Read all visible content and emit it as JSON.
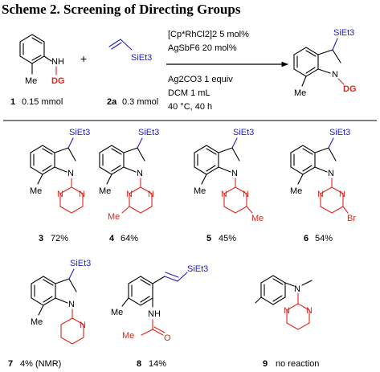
{
  "scheme_title": "Scheme 2. Screening of Directing Groups",
  "reaction": {
    "sm1_label": "1",
    "sm1_amount": "0.15 mmol",
    "sm2_label": "2a",
    "sm2_amount": "0.3 mmol",
    "plus": "+",
    "conditions": [
      "[Cp*RhCl2]2  5 mol%",
      "AgSbF6   20 mol%",
      "Ag2CO3 1 equiv",
      "DCM 1 mL",
      "40 °C, 40 h"
    ],
    "atoms": {
      "NH": "NH",
      "Me": "Me",
      "DG": "DG",
      "SiEt3": "SiEt3",
      "N": "N"
    }
  },
  "products": [
    {
      "id": "3",
      "result": "72%"
    },
    {
      "id": "4",
      "result": "64%"
    },
    {
      "id": "5",
      "result": "45%"
    },
    {
      "id": "6",
      "result": "54%"
    },
    {
      "id": "7",
      "result": "4% (NMR)"
    },
    {
      "id": "8",
      "result": "14%"
    },
    {
      "id": "9",
      "result": "no reaction"
    }
  ],
  "substituents": {
    "me": "Me",
    "br": "Br",
    "o": "O",
    "h": "H"
  }
}
